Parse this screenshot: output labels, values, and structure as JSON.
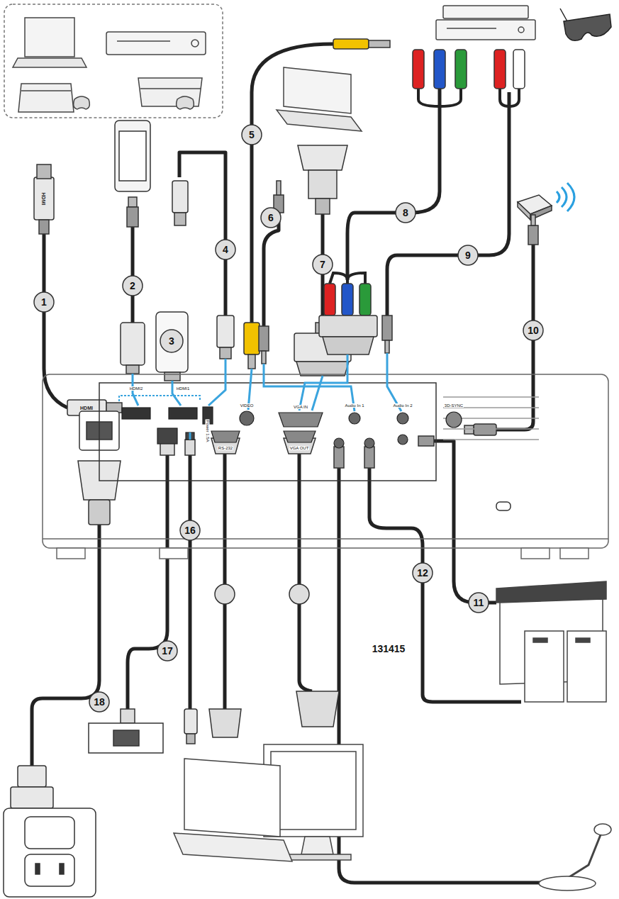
{
  "diagram": {
    "labels": [
      "1",
      "2",
      "3",
      "4",
      "5",
      "6",
      "7",
      "8",
      "9",
      "10",
      "11",
      "12",
      "131415",
      "16",
      "17",
      "18",
      "HDMI",
      "HDMI",
      "HDMI2",
      "HDMI1",
      "VIDEO",
      "VGA IN",
      "Audio In 1",
      "Audio In 2",
      "3D-SYNC",
      "RS-232",
      "VGA OUT",
      "Power 1.5A"
    ]
  }
}
